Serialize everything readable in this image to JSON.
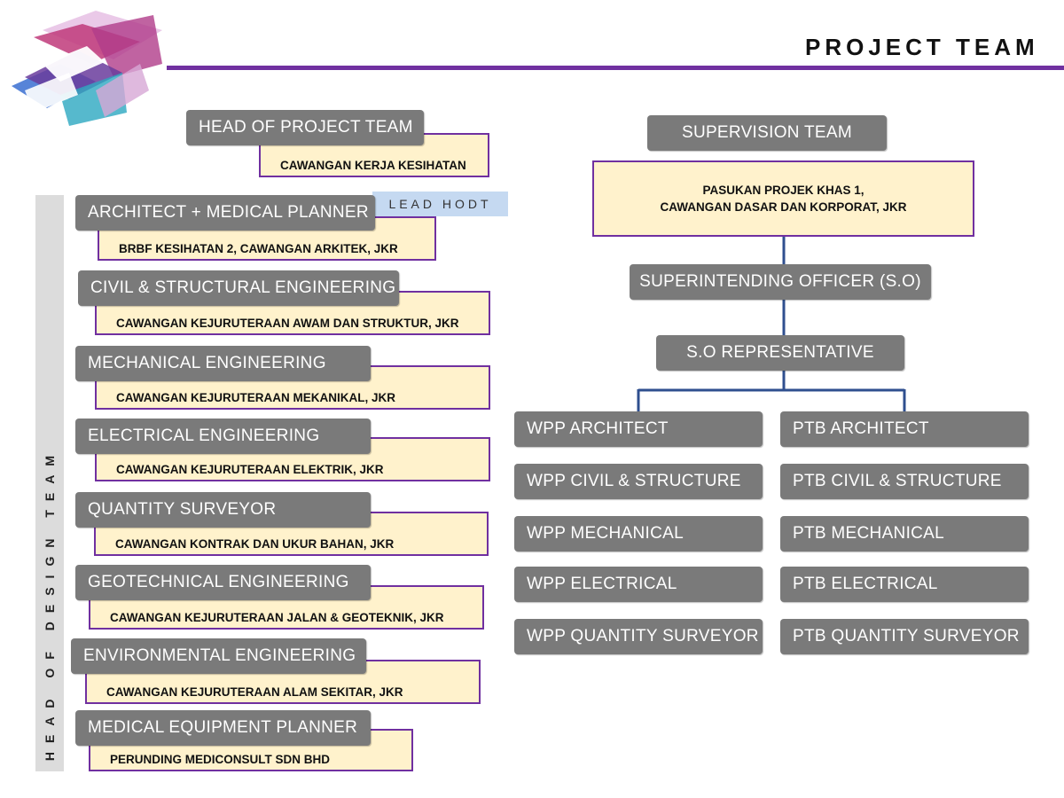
{
  "header": {
    "title": "PROJECT TEAM"
  },
  "design_side": {
    "vertical_label": "HEAD OF DESIGN TEAM",
    "lead_tag": "LEAD HODT",
    "head_of_project": {
      "role": "HEAD OF PROJECT TEAM",
      "org": "CAWANGAN KERJA KESIHATAN"
    },
    "items": [
      {
        "role": "ARCHITECT + MEDICAL PLANNER",
        "org": "BRBF KESIHATAN 2, CAWANGAN ARKITEK, JKR"
      },
      {
        "role": "CIVIL & STRUCTURAL ENGINEERING",
        "org": "CAWANGAN KEJURUTERAAN AWAM DAN STRUKTUR, JKR"
      },
      {
        "role": "MECHANICAL ENGINEERING",
        "org": "CAWANGAN KEJURUTERAAN MEKANIKAL, JKR"
      },
      {
        "role": "ELECTRICAL ENGINEERING",
        "org": "CAWANGAN KEJURUTERAAN ELEKTRIK, JKR"
      },
      {
        "role": "QUANTITY SURVEYOR",
        "org": "CAWANGAN KONTRAK DAN UKUR BAHAN, JKR"
      },
      {
        "role": "GEOTECHNICAL  ENGINEERING",
        "org": "CAWANGAN KEJURUTERAAN JALAN & GEOTEKNIK, JKR"
      },
      {
        "role": "ENVIRONMENTAL ENGINEERING",
        "org": "CAWANGAN KEJURUTERAAN ALAM SEKITAR, JKR"
      },
      {
        "role": "MEDICAL EQUIPMENT PLANNER",
        "org": "PERUNDING MEDICONSULT SDN BHD"
      }
    ]
  },
  "supervision": {
    "title": "SUPERVISION TEAM",
    "org_line1": "PASUKAN PROJEK KHAS 1,",
    "org_line2": "CAWANGAN DASAR DAN KORPORAT, JKR",
    "so": "SUPERINTENDING OFFICER (S.O)",
    "so_rep": "S.O REPRESENTATIVE",
    "wpp": [
      "WPP ARCHITECT",
      "WPP CIVIL & STRUCTURE",
      "WPP MECHANICAL",
      "WPP ELECTRICAL",
      "WPP QUANTITY SURVEYOR"
    ],
    "ptb": [
      "PTB ARCHITECT",
      "PTB CIVIL & STRUCTURE",
      "PTB MECHANICAL",
      "PTB ELECTRICAL",
      "PTB QUANTITY SURVEYOR"
    ]
  },
  "colors": {
    "purple": "#7030a0",
    "gray": "#7a7a7a",
    "cream": "#fff2cc",
    "blue_line": "#2f4f8f",
    "lead_bg": "#c5d9f1"
  }
}
